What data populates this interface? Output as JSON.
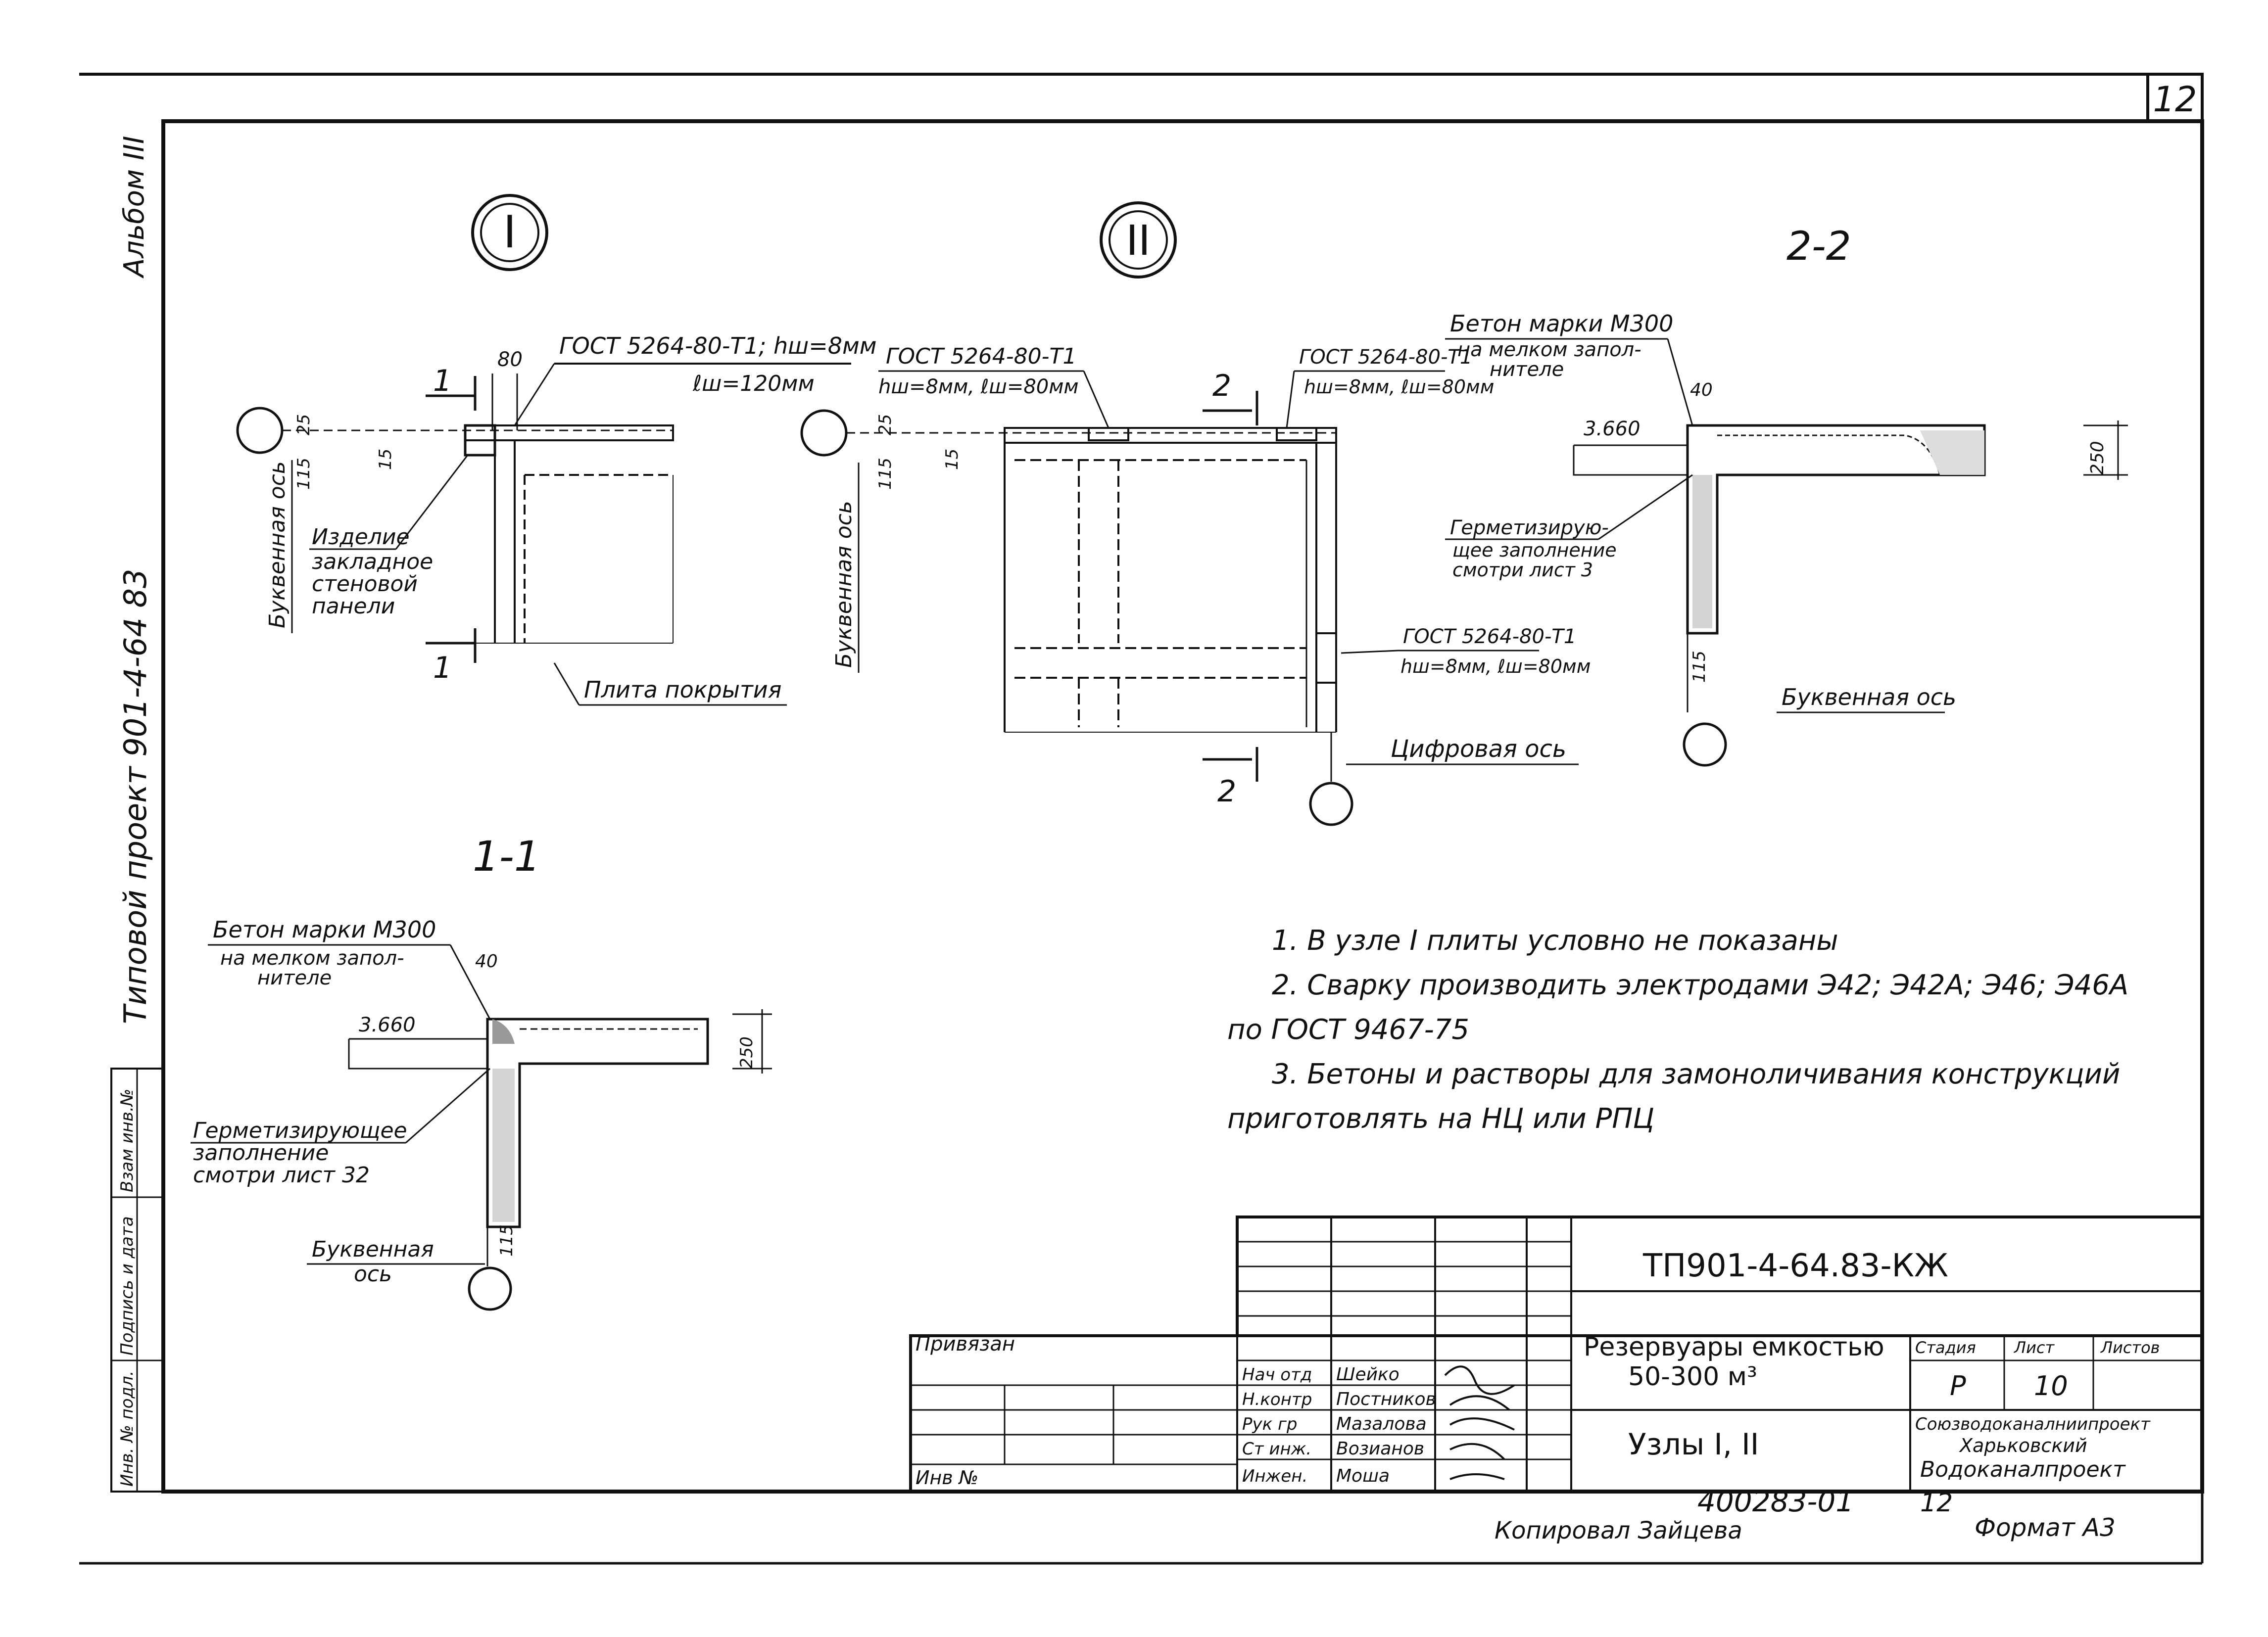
{
  "sheet": {
    "page_number": "12",
    "album": "Альбом III",
    "project_label": "Типовой проект 901-4-64 83",
    "copied_by": "Копировал Зайцева",
    "format": "Формат А3",
    "inventory_number": "400283-01",
    "inventory_page": "12"
  },
  "left_margin_stamp": [
    "Взам инв.№",
    "Подпись и дата",
    "Инв. № подл."
  ],
  "node_1": {
    "label": "I",
    "gost": "ГОСТ 5264-80-Т1; hш=8мм",
    "weld_length": "ℓш=120мм",
    "dim_80": "80",
    "dim_25": "25",
    "dim_115": "115",
    "dim_15": "15",
    "section_mark": "1",
    "axis_label": "Буквенная ось",
    "embed_label": [
      "Изделие",
      "закладное",
      "стеновой",
      "панели"
    ],
    "slab_label": "Плита покрытия"
  },
  "node_2": {
    "label": "II",
    "gost_left": "ГОСТ 5264-80-Т1",
    "gost_left_2": "hш=8мм, ℓш=80мм",
    "gost_right": "ГОСТ 5264-80-Т1",
    "gost_right_2": "hш=8мм, ℓш=80мм",
    "gost_lower": "ГОСТ 5264-80-Т1",
    "gost_lower_2": "hш=8мм, ℓш=80мм",
    "dim_25": "25",
    "dim_115": "115",
    "dim_15": "15",
    "section_mark": "2",
    "axis_label": "Буквенная ось",
    "digit_axis_label": "Цифровая ось"
  },
  "section_2_2": {
    "title": "2-2",
    "concrete": [
      "Бетон марки М300",
      "на мелком запол-",
      "нителе"
    ],
    "dim_40": "40",
    "level": "3.660",
    "dim_250": "250",
    "sealant": [
      "Герметизирую-",
      "щее заполнение",
      "смотри лист 3"
    ],
    "dim_115": "115",
    "axis_label": "Буквенная ось"
  },
  "section_1_1": {
    "title": "1-1",
    "concrete": [
      "Бетон марки М300",
      "на мелком запол-",
      "нителе"
    ],
    "dim_40": "40",
    "level": "3.660",
    "dim_250": "250",
    "sealant": [
      "Герметизирующее",
      "заполнение",
      "смотри лист 32"
    ],
    "dim_115": "115",
    "axis_label": [
      "Буквенная",
      "ось"
    ]
  },
  "notes": [
    "1. В узле I плиты условно не показаны",
    "2. Сварку производить электродами Э42; Э42А; Э46; Э46А",
    "по ГОСТ 9467-75",
    "3. Бетоны и растворы для замоноличивания конструкций",
    "приготовлять на НЦ или РПЦ"
  ],
  "title_block": {
    "doc_code": "ТП901-4-64.83-КЖ",
    "tied": "Привязан",
    "inv": "Инв №",
    "object": "Резервуары емкостью",
    "object_2": "50-300 м³",
    "sheet_name": "Узлы I, II",
    "stage_label": "Стадия",
    "sheet_label": "Лист",
    "sheets_label": "Листов",
    "stage": "Р",
    "sheet": "10",
    "org_1": "Союзводоканалниипроект",
    "org_2": "Харьковский",
    "org_3": "Водоканалпроект",
    "signers": [
      {
        "role": "Нач отд",
        "name": "Шейко"
      },
      {
        "role": "Н.контр",
        "name": "Постников"
      },
      {
        "role": "Рук гр",
        "name": "Мазалова"
      },
      {
        "role": "Ст инж.",
        "name": "Возианов"
      },
      {
        "role": "Инжен.",
        "name": "Мошa"
      }
    ]
  }
}
